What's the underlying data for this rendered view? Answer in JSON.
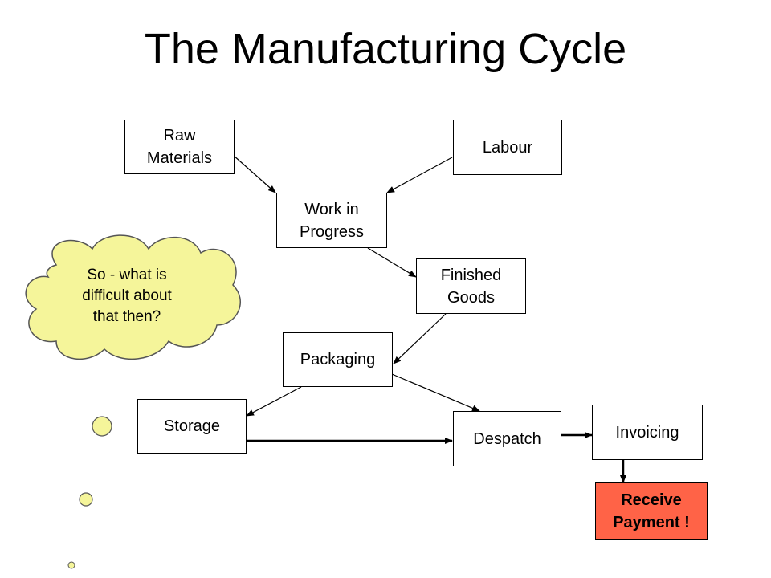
{
  "title": "The Manufacturing Cycle",
  "nodes": {
    "raw_materials": "Raw\nMaterials",
    "labour": "Labour",
    "work_in_progress": "Work in\nProgress",
    "finished_goods": "Finished\nGoods",
    "packaging": "Packaging",
    "storage": "Storage",
    "despatch": "Despatch",
    "invoicing": "Invoicing",
    "receive_payment": "Receive\nPayment !"
  },
  "thought_bubble": "So - what is\ndifficult about\nthat then?",
  "colors": {
    "cloud_fill": "#f5f59a",
    "payment_fill": "#ff6347",
    "line": "#000000"
  }
}
